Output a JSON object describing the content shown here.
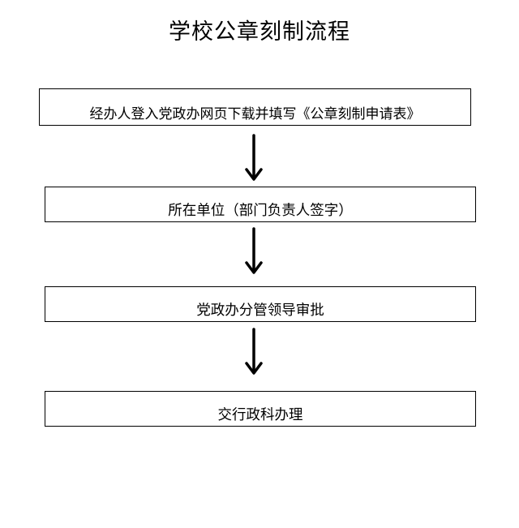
{
  "title": "学校公章刻制流程",
  "steps": [
    {
      "label": "经办人登入党政办网页下载并填写《公章刻制申请表》"
    },
    {
      "label": "所在单位（部门负责人签字）"
    },
    {
      "label": "党政办分管领导审批"
    },
    {
      "label": "交行政科办理"
    }
  ],
  "arrow_icon": "arrow-down-icon",
  "colors": {
    "stroke": "#000000",
    "background": "#ffffff"
  }
}
